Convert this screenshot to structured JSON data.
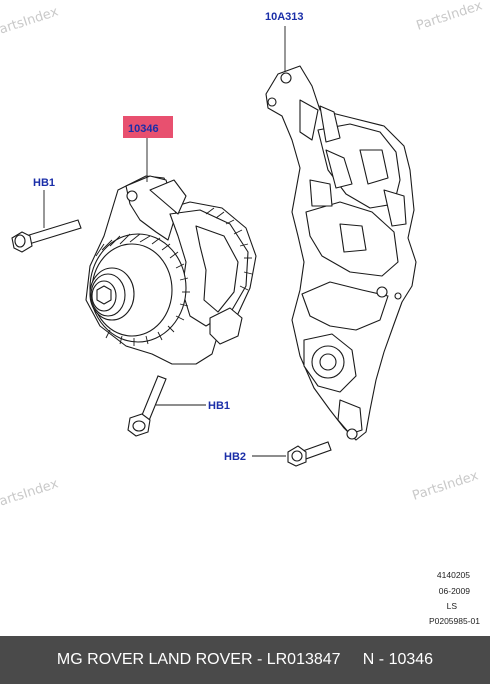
{
  "callouts": {
    "bracket": "10A313",
    "alternator": "10346",
    "bolt_upper": "HB1",
    "bolt_lower": "HB1",
    "bolt_bracket": "HB2"
  },
  "watermark": "PartsIndex",
  "drawing_info": {
    "number": "4140205",
    "date": "06-2009",
    "code": "LS",
    "ref": "P0205985-01"
  },
  "footer": {
    "title": "MG ROVER LAND ROVER - LR013847     N - 10346"
  },
  "colors": {
    "callout_text": "#1a2ea8",
    "highlight_box": "#e8506f",
    "footer_bg": "#4a4a4a"
  }
}
